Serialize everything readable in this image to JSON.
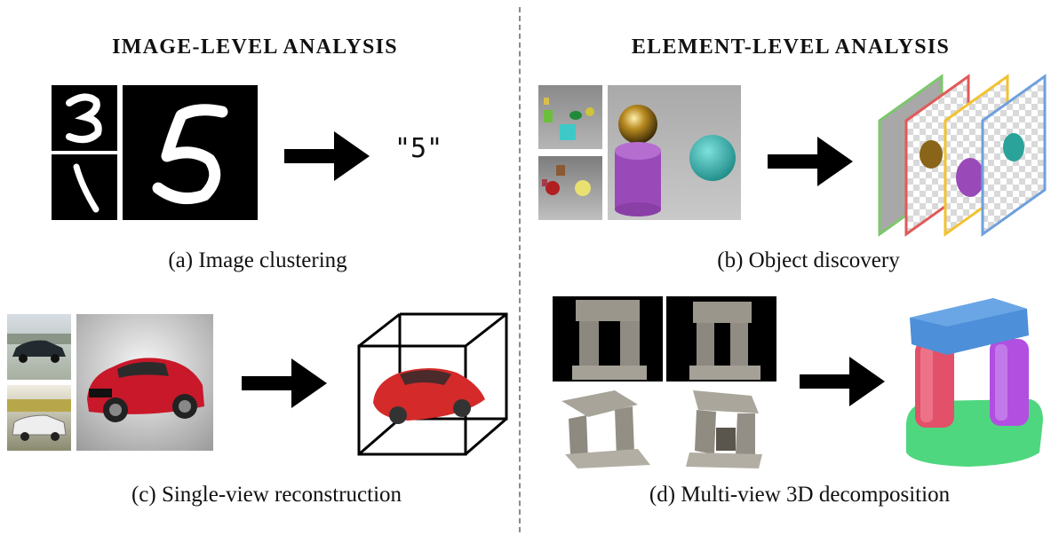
{
  "headings": {
    "left": "IMAGE-LEVEL ANALYSIS",
    "right": "ELEMENT-LEVEL ANALYSIS"
  },
  "panels": {
    "a": {
      "caption": "(a) Image clustering",
      "output_label": "\"5\""
    },
    "b": {
      "caption": "(b) Object discovery"
    },
    "c": {
      "caption": "(c) Single-view reconstruction"
    },
    "d": {
      "caption": "(d) Multi-view 3D decomposition"
    }
  },
  "colors": {
    "arrow": "#000000",
    "divider": "#8a8a8a",
    "layer_green": "#7cc86c",
    "layer_red": "#e05a5a",
    "layer_yellow": "#f2c230",
    "layer_blue": "#6fa0dd",
    "block_blue": "#4d8fd8",
    "block_red": "#e2506a",
    "block_purple": "#b24fe0",
    "block_green": "#4fd77f"
  }
}
